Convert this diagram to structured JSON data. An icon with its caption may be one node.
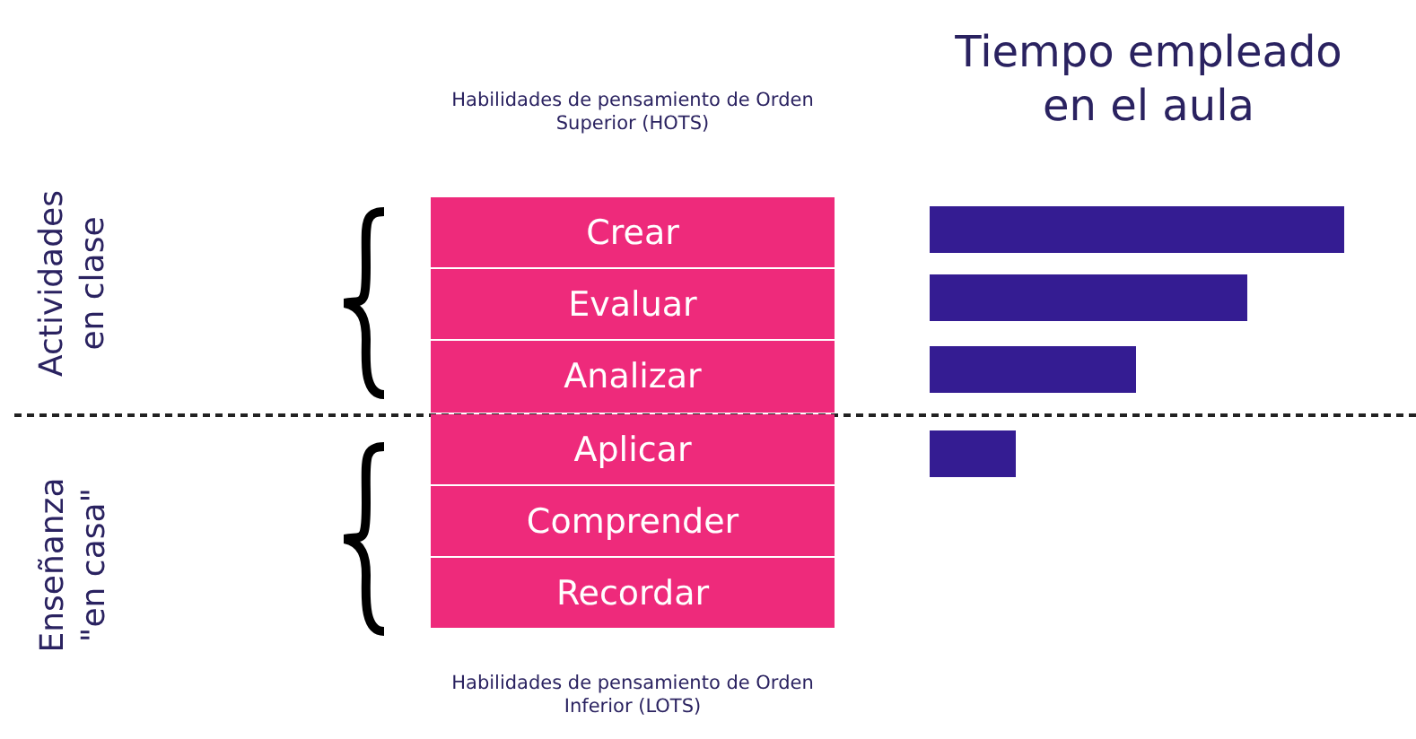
{
  "diagram": {
    "title": "Tiempo empleado en el aula",
    "nodes": [
      {
        "text": [
          "Crear"
        ]
      },
      {
        "text": [
          "Evaluar"
        ]
      },
      {
        "text": [
          "Analizar"
        ]
      },
      {
        "text": [
          "Aplicar"
        ]
      },
      {
        "text": [
          "Comprender"
        ]
      },
      {
        "text": [
          "Recordar"
        ]
      }
    ],
    "labels": [
      "Habilidades de pensamiento de Orden Superior (HOTS)",
      "Actividades en clase",
      "Enseñanza \"en casa\"",
      "Habilidades de pensamiento de Orden Inferior (LOTS)"
    ]
  }
}
